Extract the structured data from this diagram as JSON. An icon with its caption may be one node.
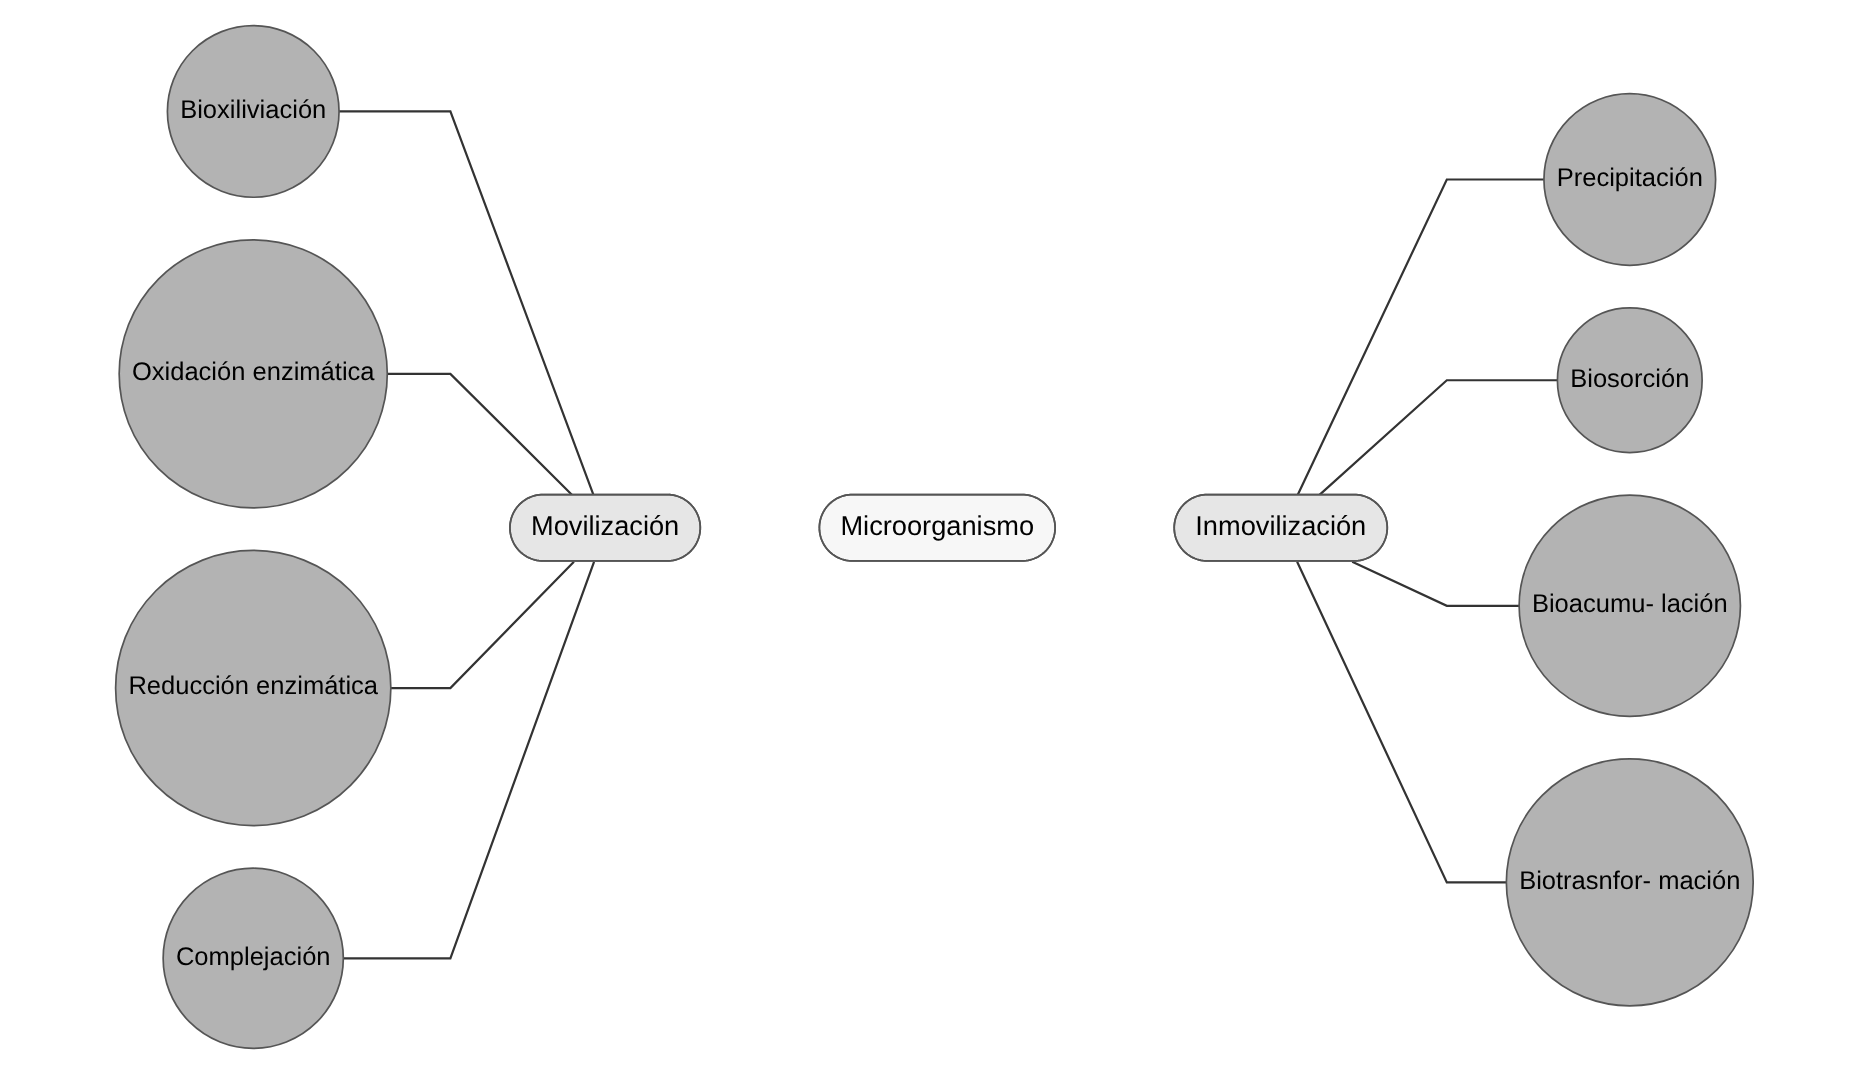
{
  "diagram": {
    "nodes": [
      {
        "text": [
          "Movilización"
        ]
      },
      {
        "text": [
          "Microorganismo"
        ]
      },
      {
        "text": [
          "Inmovilización"
        ]
      },
      {
        "text": [
          "Bioxiliviación"
        ]
      },
      {
        "text": [
          "Oxidación enzimática"
        ]
      },
      {
        "text": [
          "Reducción enzimática"
        ]
      },
      {
        "text": [
          "Complejación"
        ]
      },
      {
        "text": [
          "Precipitación"
        ]
      },
      {
        "text": [
          "Biosorción"
        ]
      },
      {
        "text": [
          "Bioacumu- lación"
        ]
      },
      {
        "text": [
          "Biotrasnfor- mación"
        ]
      }
    ],
    "edges": [
      {
        "from": 3,
        "to": 0,
        "arrow": "none"
      },
      {
        "from": 4,
        "to": 0,
        "arrow": "none"
      },
      {
        "from": 5,
        "to": 0,
        "arrow": "none"
      },
      {
        "from": 6,
        "to": 0,
        "arrow": "none"
      },
      {
        "from": 2,
        "to": 7,
        "arrow": "none"
      },
      {
        "from": 2,
        "to": 8,
        "arrow": "none"
      },
      {
        "from": 2,
        "to": 9,
        "arrow": "none"
      },
      {
        "from": 2,
        "to": 10,
        "arrow": "none"
      }
    ]
  }
}
